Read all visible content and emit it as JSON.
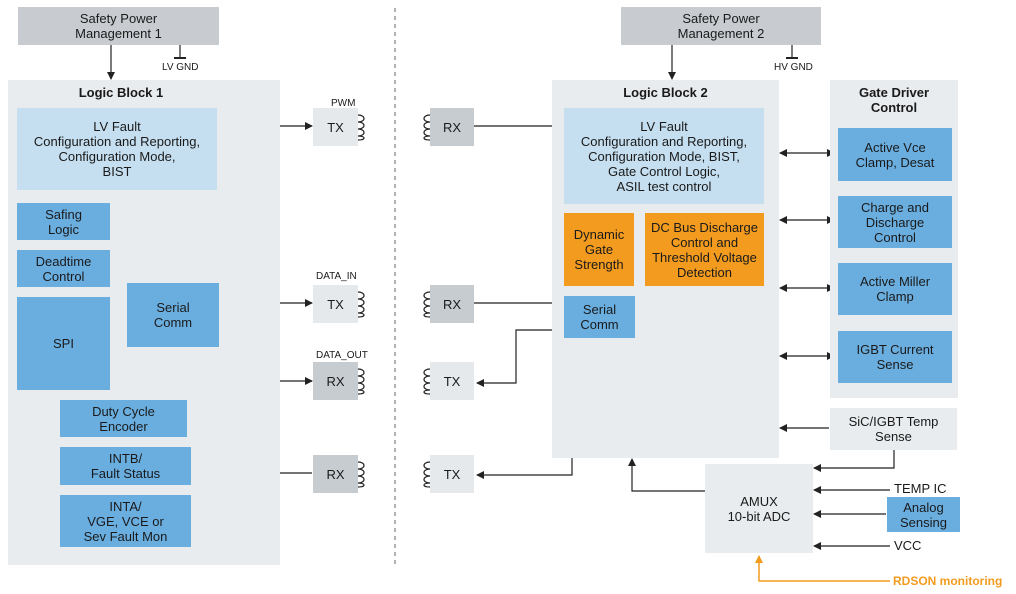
{
  "left": {
    "power_mgmt": "Safety Power\nManagement 1",
    "gnd_label": "LV GND",
    "logic_block_title": "Logic Block 1",
    "lv_fault": "LV Fault\nConfiguration and Reporting,\nConfiguration Mode,\nBIST",
    "safing_logic": "Safing\nLogic",
    "deadtime_control": "Deadtime\nControl",
    "spi": "SPI",
    "serial_comm": "Serial\nComm",
    "duty_cycle_encoder": "Duty Cycle\nEncoder",
    "intb": "INTB/\nFault Status",
    "inta": "INTA/\nVGE, VCE or\nSev Fault Mon"
  },
  "isolation": {
    "pwm_label": "PWM",
    "data_in_label": "DATA_IN",
    "data_out_label": "DATA_OUT",
    "tx": "TX",
    "rx": "RX"
  },
  "right": {
    "power_mgmt": "Safety Power\nManagement 2",
    "gnd_label": "HV GND",
    "logic_block_title": "Logic Block 2",
    "lv_fault": "LV Fault\nConfiguration and Reporting,\nConfiguration Mode, BIST,\nGate Control Logic,\nASIL test control",
    "dynamic_gate": "Dynamic\nGate\nStrength",
    "dc_bus": "DC Bus Discharge\nControl and\nThreshold Voltage\nDetection",
    "serial_comm": "Serial\nComm",
    "amux": "AMUX\n10-bit ADC",
    "temp_ic": "TEMP IC",
    "analog_sensing": "Analog\nSensing",
    "vcc": "VCC",
    "rdson": "RDSON monitoring",
    "sic_temp": "SiC/IGBT Temp\nSense"
  },
  "gate_driver": {
    "title": "Gate Driver\nControl",
    "active_vce": "Active Vce\nClamp, Desat",
    "charge_discharge": "Charge and\nDischarge\nControl",
    "active_miller": "Active Miller\nClamp",
    "igbt_current": "IGBT Current\nSense"
  },
  "colors": {
    "blue": "#6aaee0",
    "light_blue": "#c5dff0",
    "orange": "#f39b1f",
    "panel": "#e9ecee",
    "top_box": "#c8ccd0"
  }
}
